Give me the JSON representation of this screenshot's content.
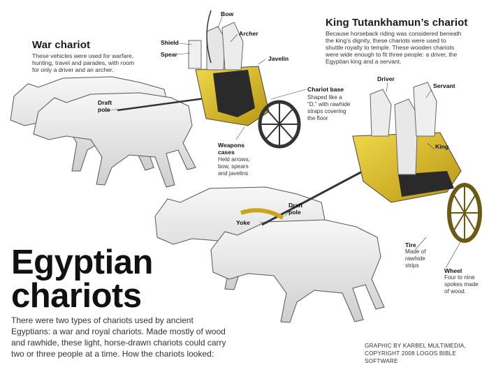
{
  "war": {
    "title": "War chariot",
    "desc": [
      "These vehicles were used for warfare,",
      "hunting, travel and parades, with room",
      "for only a driver and an archer."
    ]
  },
  "king": {
    "title": "King Tutankhamun’s chariot",
    "desc": [
      "Because horseback riding was considered beneath",
      "the king’s dignity, these chariots were used to",
      "shuttle royalty to temple. These wooden chariots",
      "were wide enough to fit three people: a driver, the",
      "Egyptian king and a servant."
    ]
  },
  "labels": {
    "bow": "Bow",
    "shield": "Shield",
    "archer": "Archer",
    "spear": "Spear",
    "javelin": "Javelin",
    "draft_pole_1": [
      "Draft",
      "pole"
    ],
    "chariot_base": "Chariot base",
    "chariot_base_desc": [
      "Shaped like a",
      "“D,” with rawhide",
      "straps covering",
      "the floor"
    ],
    "weapons_cases": [
      "Weapons",
      "cases"
    ],
    "weapons_cases_desc": [
      "Held arrows,",
      "bow, spears",
      "and javelins"
    ],
    "driver": "Driver",
    "servant": "Servant",
    "king": "King",
    "yoke": "Yoke",
    "draft_pole_2": [
      "Draft",
      "pole"
    ],
    "tire": "Tire",
    "tire_desc": [
      "Made of",
      "rawhide",
      "strips"
    ],
    "wheel": "Wheel",
    "wheel_desc": [
      "Four to nine",
      "spokes made",
      "of wood."
    ]
  },
  "headline": [
    "Egyptian",
    "chariots"
  ],
  "intro": [
    "There were two types of chariots used by ancient",
    "Egyptians: a war and royal chariots. Made mostly of wood",
    "and rawhide, these light, horse-drawn chariots could carry",
    "two or three people at a time. How the chariots looked:"
  ],
  "credit": [
    "GRAPHIC BY KARBEL MULTIMEDIA,",
    "COPYRIGHT 2008 LOGOS BIBLE SOFTWARE"
  ],
  "colors": {
    "gold": "#d8b92a",
    "horse": "#e8e8e8",
    "outline": "#444444"
  }
}
